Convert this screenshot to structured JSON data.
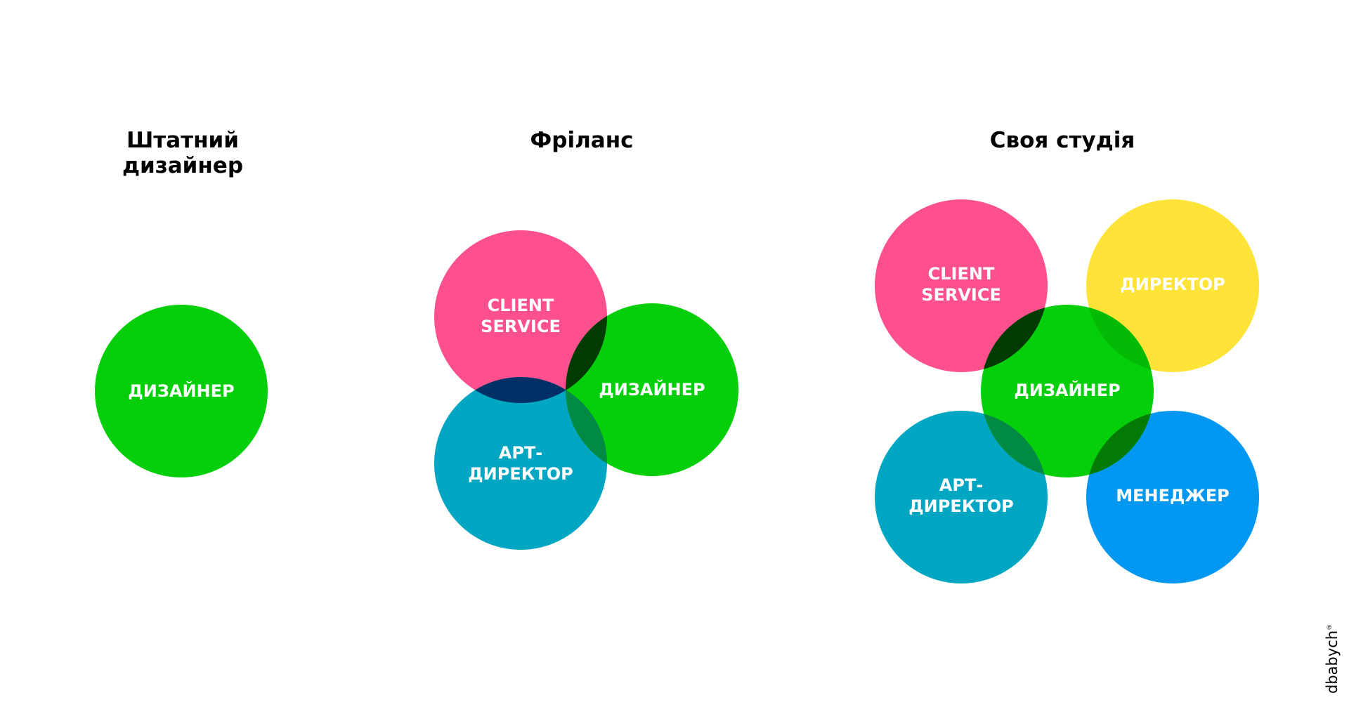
{
  "colors": {
    "client_service": "#fe4f8f",
    "designer": "#05cf0a",
    "art_director": "#00a6c2",
    "director": "#ffe336",
    "manager": "#0298f2",
    "overlap_pink_green": "#013a03",
    "overlap_pink_teal": "#013066",
    "overlap_green_teal": "#018a43",
    "overlap_green_yellow": "#03bb05",
    "overlap_green_blue": "#027a04",
    "title_text": "#000000",
    "label_text": "#ffffff"
  },
  "groups": [
    {
      "key": "staff",
      "title_lines": [
        "Штатний",
        "дизайнер"
      ],
      "circles": [
        {
          "key": "designer",
          "lines": [
            "ДИЗАЙНЕР"
          ],
          "color": "#05cf0a"
        }
      ]
    },
    {
      "key": "freelance",
      "title_lines": [
        "Фріланс"
      ],
      "circles": [
        {
          "key": "client_service",
          "lines": [
            "CLIENT",
            "SERVICE"
          ],
          "color": "#fe4f8f"
        },
        {
          "key": "art_director",
          "lines": [
            "АРТ-",
            "ДИРЕКТОР"
          ],
          "color": "#00a6c2"
        },
        {
          "key": "designer",
          "lines": [
            "ДИЗАЙНЕР"
          ],
          "color": "#05cf0a"
        }
      ]
    },
    {
      "key": "own_studio",
      "title_lines": [
        "Своя студія"
      ],
      "circles": [
        {
          "key": "client_service",
          "lines": [
            "CLIENT",
            "SERVICE"
          ],
          "color": "#fe4f8f"
        },
        {
          "key": "director",
          "lines": [
            "ДИРЕКТОР"
          ],
          "color": "#ffe336"
        },
        {
          "key": "art_director",
          "lines": [
            "АРТ-",
            "ДИРЕКТОР"
          ],
          "color": "#00a6c2"
        },
        {
          "key": "manager",
          "lines": [
            "МЕНЕДЖЕР"
          ],
          "color": "#0298f2"
        },
        {
          "key": "designer",
          "lines": [
            "ДИЗАЙНЕР"
          ],
          "color": "#05cf0a"
        }
      ]
    }
  ],
  "brand": {
    "logo_text": "dbabych",
    "logo_mark": "®"
  }
}
